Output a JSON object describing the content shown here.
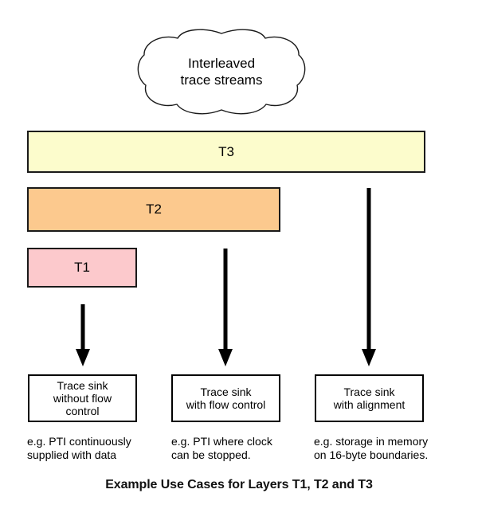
{
  "figure": {
    "caption": "Example Use Cases for Layers T1, T2 and T3",
    "colors": {
      "t3_fill": "#FCFCCC",
      "t2_fill": "#FCC98E",
      "t1_fill": "#FCC9CC",
      "stroke": "#1a1a1a",
      "arrow": "#000000",
      "background": "#ffffff"
    }
  },
  "cloud": {
    "line1": "Interleaved",
    "line2": "trace streams"
  },
  "layers": [
    {
      "id": "t3",
      "label": "T3"
    },
    {
      "id": "t2",
      "label": "T2"
    },
    {
      "id": "t1",
      "label": "T1"
    }
  ],
  "sinks": [
    {
      "id": "sink-without-flow-control",
      "title": "Trace sink\nwithout flow\ncontrol",
      "example": "e.g. PTI continuously\nsupplied with data"
    },
    {
      "id": "sink-with-flow-control",
      "title": "Trace sink\nwith flow control",
      "example": "e.g. PTI where clock\ncan be stopped."
    },
    {
      "id": "sink-with-alignment",
      "title": "Trace sink\nwith alignment",
      "example": "e.g. storage in memory\non 16-byte boundaries."
    }
  ],
  "arrows": [
    {
      "id": "arrow-t1-to-sink1",
      "from": "T1",
      "to": "Trace sink without flow control"
    },
    {
      "id": "arrow-t2-to-sink2",
      "from": "T2",
      "to": "Trace sink with flow control"
    },
    {
      "id": "arrow-t3-to-sink3",
      "from": "T3",
      "to": "Trace sink with alignment"
    }
  ]
}
